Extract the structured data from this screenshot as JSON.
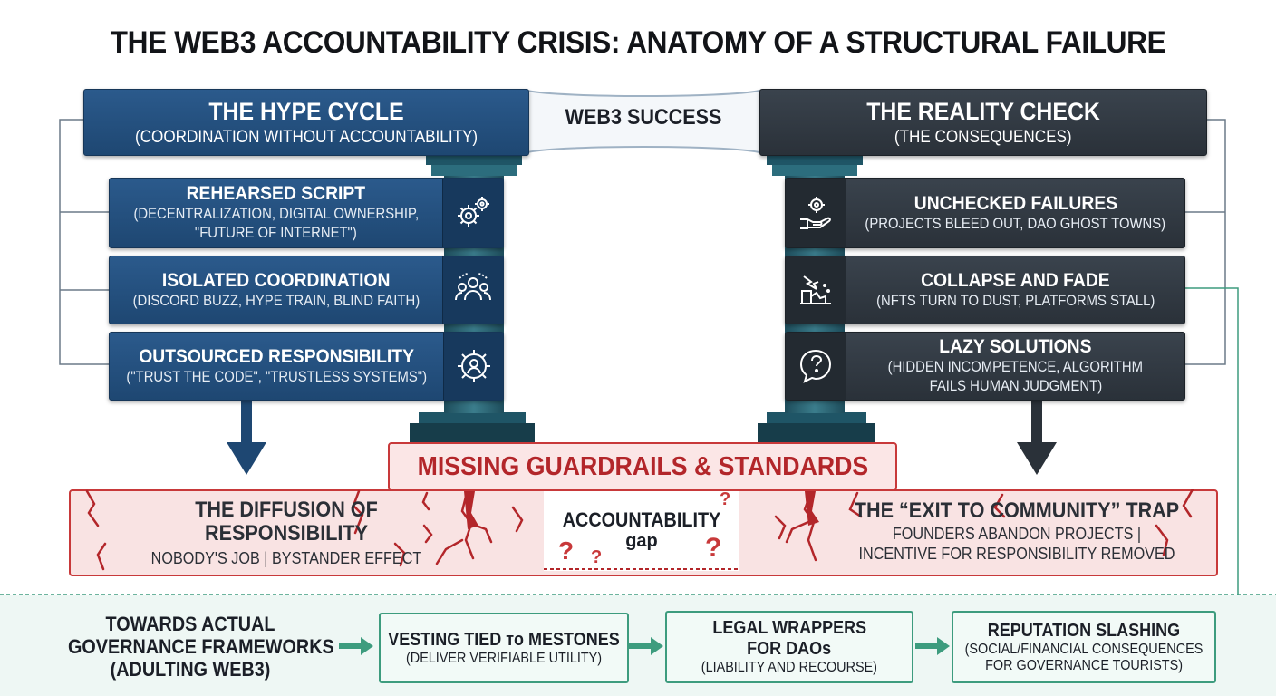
{
  "title": "THE WEB3 ACCOUNTABILITY CRISIS: ANATOMY OF A STRUCTURAL FAILURE",
  "bridge_label": "WEB3 SUCCESS",
  "hype": {
    "title": "THE HYPE CYCLE",
    "subtitle": "(COORDINATION WITHOUT ACCOUNTABILITY)",
    "items": [
      {
        "title": "REHEARSED SCRIPT",
        "line1": "(DECENTRALIZATION, DIGITAL OWNERSHIP,",
        "line2": "\"FUTURE OF INTERNET\")",
        "icon": "gears-icon"
      },
      {
        "title": "ISOLATED COORDINATION",
        "line1": "(DISCORD BUZZ, HYPE TRAIN, BLIND FAITH)",
        "icon": "people-icon"
      },
      {
        "title": "OUTSOURCED RESPONSIBILITY",
        "line1": "(\"TRUST THE CODE\", \"TRUSTLESS SYSTEMS\")",
        "icon": "gear-person-icon"
      }
    ]
  },
  "reality": {
    "title": "THE REALITY CHECK",
    "subtitle": "(THE CONSEQUENCES)",
    "items": [
      {
        "title": "UNCHECKED FAILURES",
        "line1": "(PROJECTS BLEED OUT, DAO GHOST TOWNS)",
        "icon": "hand-gear-icon"
      },
      {
        "title": "COLLAPSE AND FADE",
        "line1": "(NFTS TURN TO DUST, PLATFORMS STALL)",
        "icon": "crumbling-icon"
      },
      {
        "title": "LAZY SOLUTIONS",
        "line1": "(HIDDEN INCOMPETENCE, ALGORITHM",
        "line2": "FAILS HUMAN JUDGMENT)",
        "icon": "question-bubble-icon"
      }
    ]
  },
  "missing": "MISSING GUARDRAILS & STANDARDS",
  "diffusion": {
    "title1": "THE DIFFUSION OF",
    "title2": "RESPONSIBILITY",
    "sub": "NOBODY'S JOB | BYSTANDER EFFECT"
  },
  "gap": {
    "line1": "ACCOUNTABILITY",
    "line2": "gap"
  },
  "exit": {
    "title": "THE “EXIT TO COMMUNITY” TRAP",
    "line1": "FOUNDERS ABANDON PROJECTS |",
    "line2": "INCENTIVE FOR RESPONSIBILITY REMOVED"
  },
  "governance": {
    "line1": "TOWARDS ACTUAL",
    "line2": "GOVERNANCE FRAMEWORKS",
    "line3": "(ADULTING WEB3)"
  },
  "solutions": [
    {
      "title1": "VESTING TIED ᴛo MESTONES",
      "sub1": "(DELIVER VERIFIABLE UTILITY)"
    },
    {
      "title1": "LEGAL WRAPPERS",
      "title2": "FOR DAOs",
      "sub1": "(LIABILITY AND RECOURSE)"
    },
    {
      "title1": "REPUTATION SLASHING",
      "sub1": "(SOCIAL/FINANCIAL CONSEQUENCES",
      "sub2": "FOR GOVERNANCE TOURISTS)"
    }
  ],
  "colors": {
    "blue": "#1f4a78",
    "charcoal": "#2f363e",
    "red": "#c8393a",
    "teal": "#3d9c7e"
  }
}
